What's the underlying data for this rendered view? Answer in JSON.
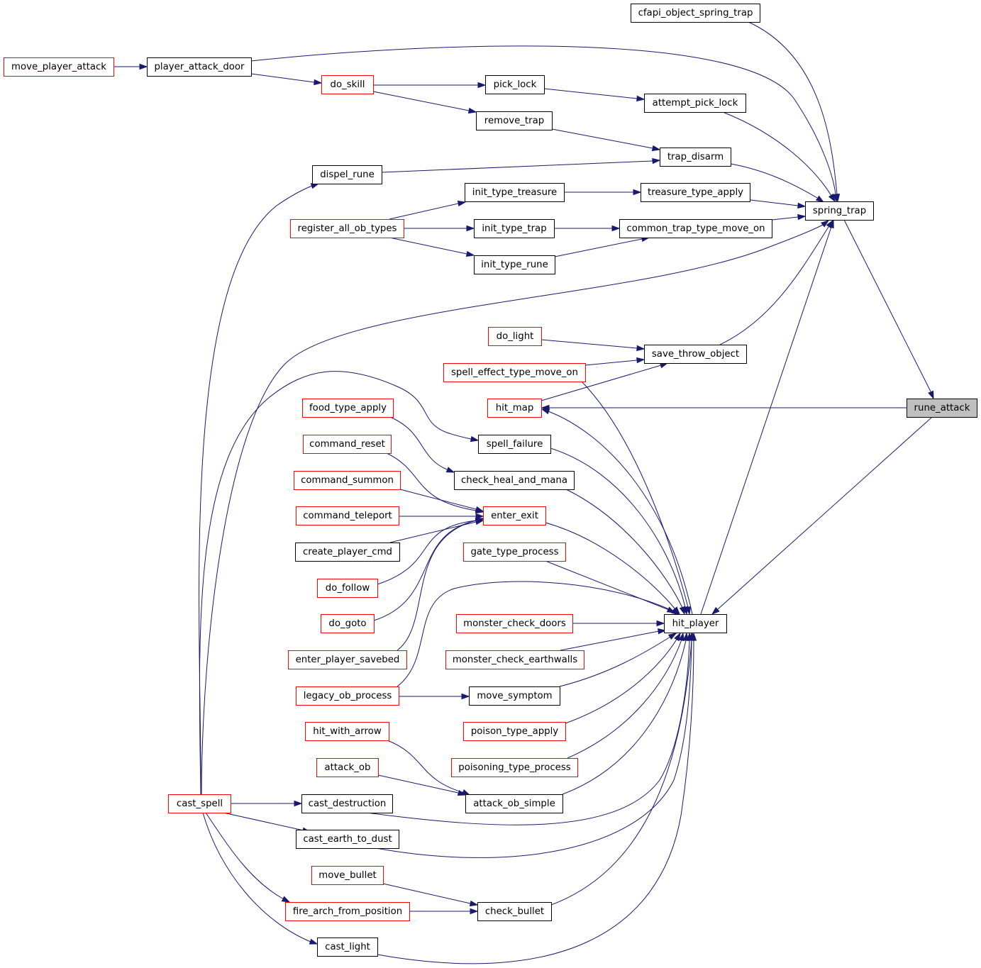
{
  "colors": {
    "edge": "#191970",
    "node_border_default": "#000000",
    "node_border_truncated": "#ff0000",
    "node_fill_default": "#ffffff",
    "node_fill_focus": "#bfbfbf"
  },
  "nodes": {
    "rune_attack": {
      "label": "rune_attack",
      "style": "focus"
    },
    "spring_trap": {
      "label": "spring_trap",
      "style": "normal"
    },
    "hit_map": {
      "label": "hit_map",
      "style": "truncated"
    },
    "hit_player": {
      "label": "hit_player",
      "style": "normal"
    },
    "cfapi_object_spring_trap": {
      "label": "cfapi_object_spring_trap",
      "style": "normal"
    },
    "player_attack_door": {
      "label": "player_attack_door",
      "style": "normal"
    },
    "move_player_attack": {
      "label": "move_player_attack",
      "style": "truncated"
    },
    "do_skill": {
      "label": "do_skill",
      "style": "truncated"
    },
    "pick_lock": {
      "label": "pick_lock",
      "style": "normal"
    },
    "attempt_pick_lock": {
      "label": "attempt_pick_lock",
      "style": "normal"
    },
    "remove_trap": {
      "label": "remove_trap",
      "style": "normal"
    },
    "trap_disarm": {
      "label": "trap_disarm",
      "style": "normal"
    },
    "dispel_rune": {
      "label": "dispel_rune",
      "style": "normal"
    },
    "init_type_treasure": {
      "label": "init_type_treasure",
      "style": "normal"
    },
    "treasure_type_apply": {
      "label": "treasure_type_apply",
      "style": "normal"
    },
    "register_all_ob_types": {
      "label": "register_all_ob_types",
      "style": "truncated"
    },
    "init_type_trap": {
      "label": "init_type_trap",
      "style": "normal"
    },
    "common_trap_type_move_on": {
      "label": "common_trap_type_move_on",
      "style": "normal"
    },
    "init_type_rune": {
      "label": "init_type_rune",
      "style": "normal"
    },
    "do_light": {
      "label": "do_light",
      "style": "truncated"
    },
    "save_throw_object": {
      "label": "save_throw_object",
      "style": "normal"
    },
    "spell_effect_type_move_on": {
      "label": "spell_effect_type_move_on",
      "style": "truncated"
    },
    "food_type_apply": {
      "label": "food_type_apply",
      "style": "truncated"
    },
    "spell_failure": {
      "label": "spell_failure",
      "style": "normal"
    },
    "command_reset": {
      "label": "command_reset",
      "style": "truncated"
    },
    "check_heal_and_mana": {
      "label": "check_heal_and_mana",
      "style": "normal"
    },
    "command_summon": {
      "label": "command_summon",
      "style": "truncated"
    },
    "enter_exit": {
      "label": "enter_exit",
      "style": "truncated"
    },
    "command_teleport": {
      "label": "command_teleport",
      "style": "truncated"
    },
    "create_player_cmd": {
      "label": "create_player_cmd",
      "style": "normal"
    },
    "gate_type_process": {
      "label": "gate_type_process",
      "style": "truncated"
    },
    "do_follow": {
      "label": "do_follow",
      "style": "truncated"
    },
    "do_goto": {
      "label": "do_goto",
      "style": "truncated"
    },
    "monster_check_doors": {
      "label": "monster_check_doors",
      "style": "truncated"
    },
    "enter_player_savebed": {
      "label": "enter_player_savebed",
      "style": "truncated"
    },
    "monster_check_earthwalls": {
      "label": "monster_check_earthwalls",
      "style": "truncated"
    },
    "legacy_ob_process": {
      "label": "legacy_ob_process",
      "style": "truncated"
    },
    "move_symptom": {
      "label": "move_symptom",
      "style": "normal"
    },
    "hit_with_arrow": {
      "label": "hit_with_arrow",
      "style": "truncated"
    },
    "poison_type_apply": {
      "label": "poison_type_apply",
      "style": "truncated"
    },
    "attack_ob": {
      "label": "attack_ob",
      "style": "truncated"
    },
    "poisoning_type_process": {
      "label": "poisoning_type_process",
      "style": "truncated"
    },
    "attack_ob_simple": {
      "label": "attack_ob_simple",
      "style": "normal"
    },
    "cast_spell": {
      "label": "cast_spell",
      "style": "truncated"
    },
    "cast_destruction": {
      "label": "cast_destruction",
      "style": "normal"
    },
    "cast_earth_to_dust": {
      "label": "cast_earth_to_dust",
      "style": "normal"
    },
    "move_bullet": {
      "label": "move_bullet",
      "style": "truncated"
    },
    "fire_arch_from_position": {
      "label": "fire_arch_from_position",
      "style": "truncated"
    },
    "check_bullet": {
      "label": "check_bullet",
      "style": "normal"
    },
    "cast_light": {
      "label": "cast_light",
      "style": "normal"
    }
  },
  "edges": [
    [
      "spring_trap",
      "rune_attack"
    ],
    [
      "hit_map",
      "rune_attack"
    ],
    [
      "hit_player",
      "rune_attack"
    ],
    [
      "cfapi_object_spring_trap",
      "spring_trap"
    ],
    [
      "player_attack_door",
      "spring_trap"
    ],
    [
      "move_player_attack",
      "player_attack_door"
    ],
    [
      "player_attack_door",
      "do_skill"
    ],
    [
      "do_skill",
      "pick_lock"
    ],
    [
      "do_skill",
      "remove_trap"
    ],
    [
      "pick_lock",
      "attempt_pick_lock"
    ],
    [
      "attempt_pick_lock",
      "spring_trap"
    ],
    [
      "remove_trap",
      "trap_disarm"
    ],
    [
      "dispel_rune",
      "trap_disarm"
    ],
    [
      "trap_disarm",
      "spring_trap"
    ],
    [
      "cast_spell",
      "dispel_rune"
    ],
    [
      "register_all_ob_types",
      "init_type_treasure"
    ],
    [
      "register_all_ob_types",
      "init_type_trap"
    ],
    [
      "register_all_ob_types",
      "init_type_rune"
    ],
    [
      "init_type_treasure",
      "treasure_type_apply"
    ],
    [
      "treasure_type_apply",
      "spring_trap"
    ],
    [
      "init_type_trap",
      "common_trap_type_move_on"
    ],
    [
      "init_type_rune",
      "common_trap_type_move_on"
    ],
    [
      "common_trap_type_move_on",
      "spring_trap"
    ],
    [
      "cast_spell",
      "spring_trap"
    ],
    [
      "save_throw_object",
      "spring_trap"
    ],
    [
      "hit_player",
      "spring_trap"
    ],
    [
      "do_light",
      "save_throw_object"
    ],
    [
      "spell_effect_type_move_on",
      "save_throw_object"
    ],
    [
      "hit_map",
      "save_throw_object"
    ],
    [
      "hit_player",
      "hit_map"
    ],
    [
      "cast_spell",
      "spell_failure"
    ],
    [
      "food_type_apply",
      "check_heal_and_mana"
    ],
    [
      "command_reset",
      "enter_exit"
    ],
    [
      "command_summon",
      "enter_exit"
    ],
    [
      "command_teleport",
      "enter_exit"
    ],
    [
      "create_player_cmd",
      "enter_exit"
    ],
    [
      "do_follow",
      "enter_exit"
    ],
    [
      "do_goto",
      "enter_exit"
    ],
    [
      "enter_player_savebed",
      "enter_exit"
    ],
    [
      "spell_effect_type_move_on",
      "hit_player"
    ],
    [
      "spell_failure",
      "hit_player"
    ],
    [
      "check_heal_and_mana",
      "hit_player"
    ],
    [
      "enter_exit",
      "hit_player"
    ],
    [
      "gate_type_process",
      "hit_player"
    ],
    [
      "legacy_ob_process",
      "hit_player"
    ],
    [
      "monster_check_doors",
      "hit_player"
    ],
    [
      "monster_check_earthwalls",
      "hit_player"
    ],
    [
      "move_symptom",
      "hit_player"
    ],
    [
      "poison_type_apply",
      "hit_player"
    ],
    [
      "poisoning_type_process",
      "hit_player"
    ],
    [
      "attack_ob_simple",
      "hit_player"
    ],
    [
      "cast_destruction",
      "hit_player"
    ],
    [
      "cast_earth_to_dust",
      "hit_player"
    ],
    [
      "check_bullet",
      "hit_player"
    ],
    [
      "cast_light",
      "hit_player"
    ],
    [
      "legacy_ob_process",
      "move_symptom"
    ],
    [
      "hit_with_arrow",
      "attack_ob_simple"
    ],
    [
      "attack_ob",
      "attack_ob_simple"
    ],
    [
      "cast_spell",
      "cast_destruction"
    ],
    [
      "cast_spell",
      "cast_earth_to_dust"
    ],
    [
      "cast_spell",
      "fire_arch_from_position"
    ],
    [
      "cast_spell",
      "cast_light"
    ],
    [
      "move_bullet",
      "check_bullet"
    ],
    [
      "fire_arch_from_position",
      "check_bullet"
    ]
  ]
}
